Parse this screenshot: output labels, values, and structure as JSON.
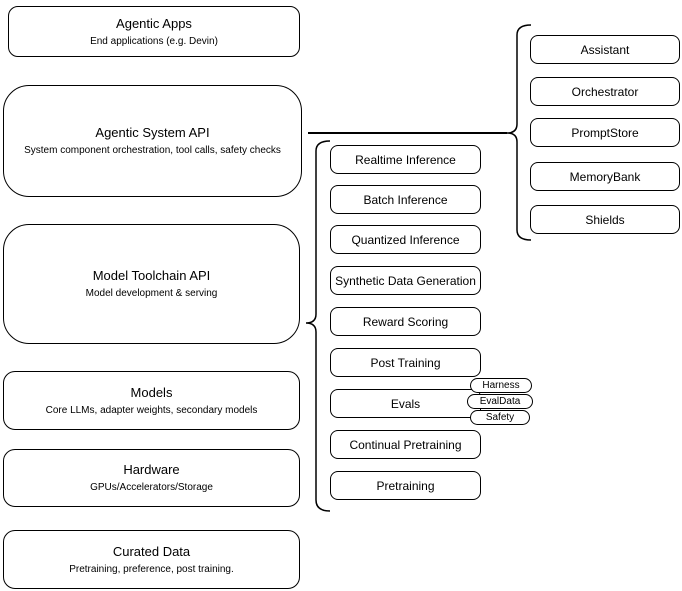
{
  "diagram": {
    "stack": [
      {
        "title": "Agentic Apps",
        "subtitle": "End applications (e.g. Devin)"
      },
      {
        "title": "Agentic System API",
        "subtitle": "System component orchestration, tool calls, safety checks"
      },
      {
        "title": "Model Toolchain API",
        "subtitle": "Model development & serving"
      },
      {
        "title": "Models",
        "subtitle": "Core LLMs, adapter weights, secondary models"
      },
      {
        "title": "Hardware",
        "subtitle": "GPUs/Accelerators/Storage"
      },
      {
        "title": "Curated Data",
        "subtitle": "Pretraining, preference, post training."
      }
    ],
    "toolchain": {
      "items": [
        "Realtime Inference",
        "Batch Inference",
        "Quantized Inference",
        "Synthetic Data Generation",
        "Reward Scoring",
        "Post Training",
        "Evals",
        "Continual Pretraining",
        "Pretraining"
      ]
    },
    "eval_tags": [
      "Harness",
      "EvalData",
      "Safety"
    ],
    "components": {
      "items": [
        "Assistant",
        "Orchestrator",
        "PromptStore",
        "MemoryBank",
        "Shields"
      ]
    },
    "colors": {
      "stroke": "#000000",
      "background": "#ffffff",
      "text": "#000000"
    }
  }
}
